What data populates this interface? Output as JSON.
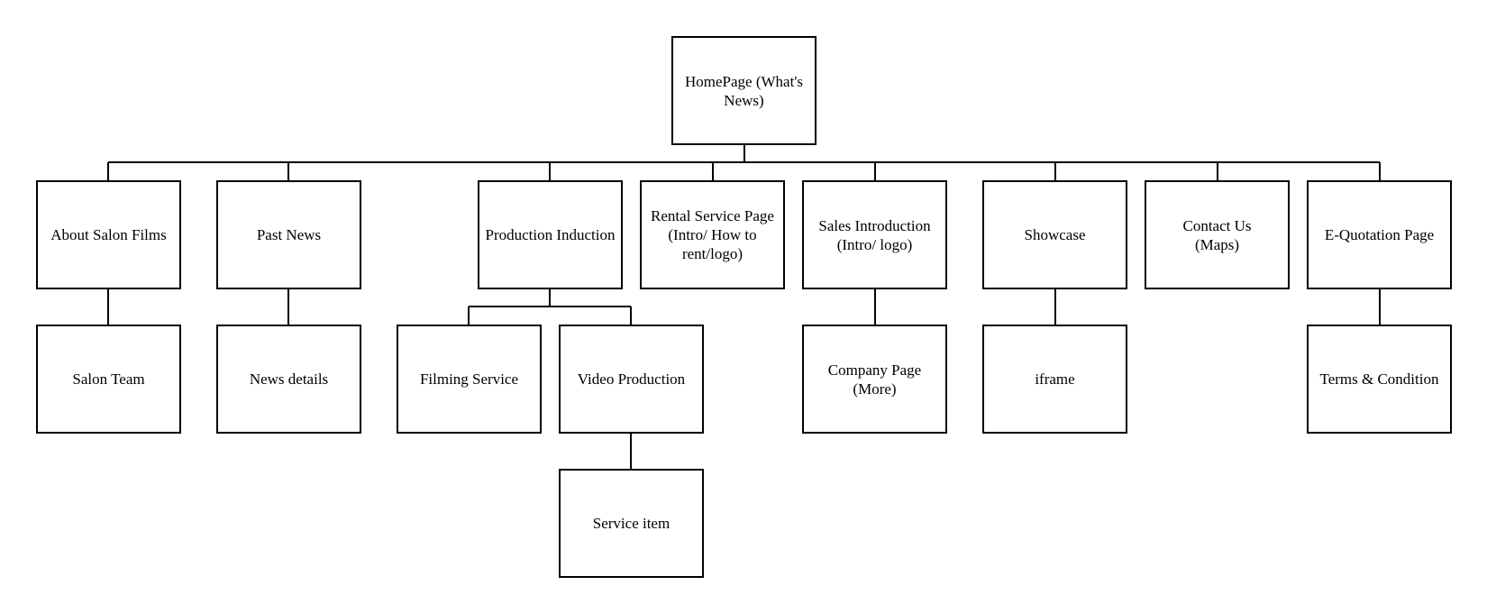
{
  "colors": {
    "stroke": "#000000",
    "background": "#ffffff",
    "text": "#000000"
  },
  "sitemap": {
    "homepage": "HomePage (What's News)",
    "about_salon_films": "About Salon Films",
    "salon_team": "Salon Team",
    "past_news": "Past News",
    "news_details": "News details",
    "production_induction": "Production Induction",
    "filming_service": "Filming Service",
    "video_production": "Video Production",
    "service_item": "Service item",
    "rental_service_page": "Rental Service Page (Intro/ How to rent/logo)",
    "sales_introduction": "Sales Introduction\n(Intro/ logo)",
    "company_page": "Company Page\n(More)",
    "showcase": "Showcase",
    "iframe": "iframe",
    "contact_us": "Contact Us\n(Maps)",
    "e_quotation_page": "E-Quotation Page",
    "terms_condition": "Terms & Condition"
  }
}
